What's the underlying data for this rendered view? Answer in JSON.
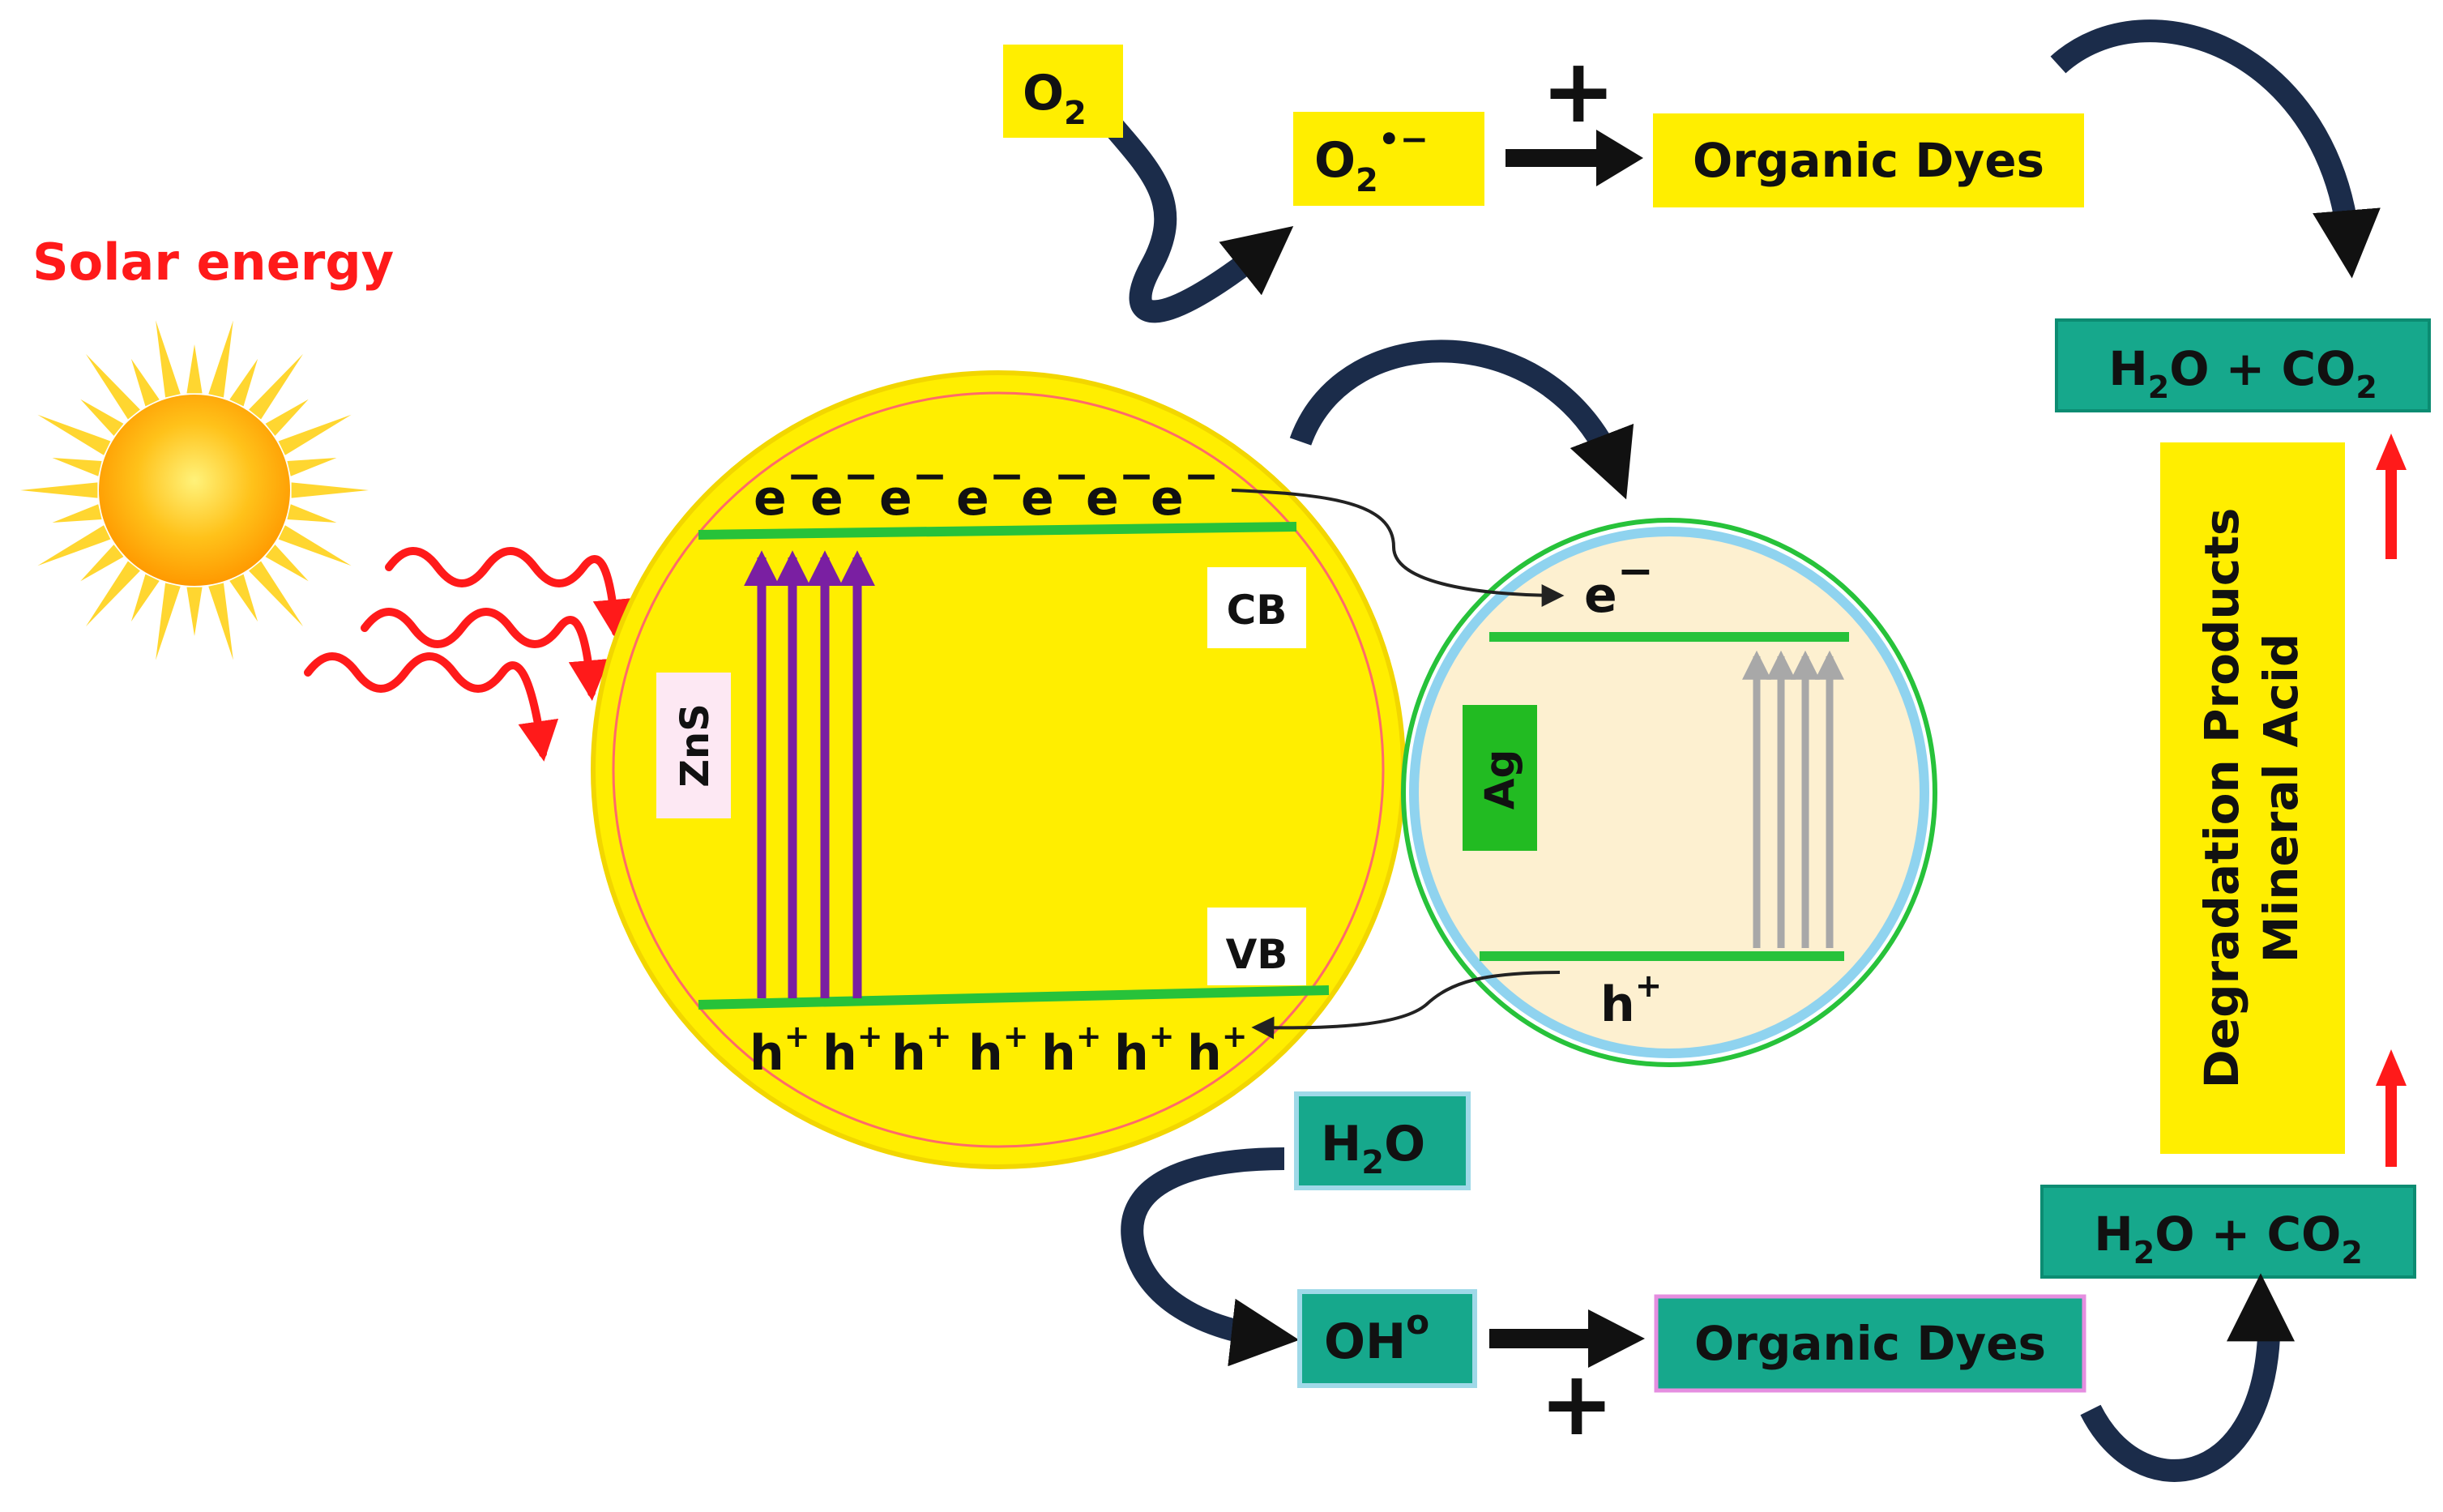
{
  "title": "Solar energy",
  "colors": {
    "yellow": "#ffee00",
    "teal": "#16a88c",
    "green": "#27c23a",
    "dark_arrow": "#1b2c4a",
    "red": "#ff1a1a",
    "purple": "#7a1fa2",
    "grey_arrow": "#a8a8a8",
    "ag_bg": "#fdf0d0",
    "zns_label_bg": "#fde8f3"
  },
  "icons": {
    "sun": "sun-icon",
    "light_waves": "wavy-arrow-icon",
    "curved_arrow": "curved-arrow-icon",
    "plus": "plus-icon"
  },
  "zns": {
    "label": "ZnS",
    "cb": "CB",
    "vb": "VB",
    "electrons": [
      "e",
      "e",
      "e",
      "e",
      "e",
      "e",
      "e"
    ],
    "holes": [
      "h",
      "h",
      "h",
      "h",
      "h",
      "h",
      "h"
    ],
    "minus": "−",
    "plus_sup": "+"
  },
  "ag": {
    "label": "Ag",
    "electron": "e",
    "hole": "h"
  },
  "top_path": {
    "o2": "O",
    "o2_sub": "2",
    "superoxide": "O",
    "superoxide_sub": "2",
    "superoxide_sup": "•−",
    "plus": "+",
    "dyes": "Organic Dyes"
  },
  "bottom_path": {
    "h2o": "H",
    "h2o_sub": "2",
    "h2o_tail": "O",
    "oh": "OH",
    "oh_sup": "o",
    "plus": "+",
    "dyes": "Organic Dyes"
  },
  "products": {
    "top_left": "H",
    "top_sub1": "2",
    "top_mid": "O + CO",
    "top_sub2": "2",
    "bottom_left": "H",
    "bottom_sub1": "2",
    "bottom_mid": "O + CO",
    "bottom_sub2": "2",
    "vertical_line1": "Degradation Products",
    "vertical_line2": "Mineral Acid"
  }
}
